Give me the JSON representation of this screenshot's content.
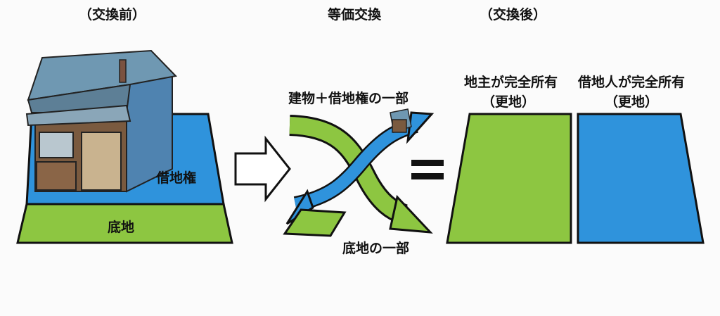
{
  "headings": {
    "before": "（交換前）",
    "middle": "等価交換",
    "after": "（交換後）"
  },
  "before": {
    "leasehold_label": "借地権",
    "land_label": "底地"
  },
  "exchange": {
    "top_label": "建物＋借地権の一部",
    "bottom_label": "底地の一部",
    "equals": "＝"
  },
  "after": {
    "landowner_label": "地主が完全所有",
    "landowner_sub": "（更地）",
    "tenant_label": "借地人が完全所有",
    "tenant_sub": "（更地）"
  },
  "colors": {
    "blue": "#2f93dc",
    "green": "#8dc641",
    "outline": "#111111"
  }
}
